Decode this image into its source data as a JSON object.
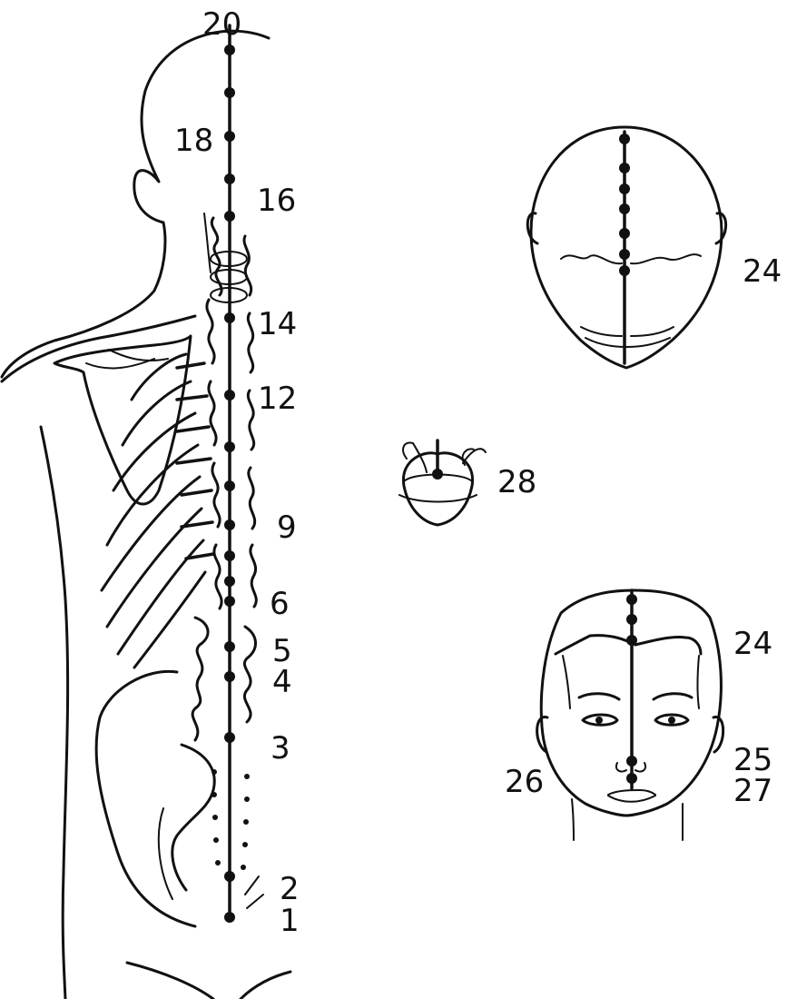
{
  "back_view": {
    "labels": [
      {
        "id": "20",
        "text": "20"
      },
      {
        "id": "18",
        "text": "18"
      },
      {
        "id": "16",
        "text": "16"
      },
      {
        "id": "14",
        "text": "14"
      },
      {
        "id": "12",
        "text": "12"
      },
      {
        "id": "9",
        "text": "9"
      },
      {
        "id": "6",
        "text": "6"
      },
      {
        "id": "5",
        "text": "5"
      },
      {
        "id": "4",
        "text": "4"
      },
      {
        "id": "3",
        "text": "3"
      },
      {
        "id": "2",
        "text": "2"
      },
      {
        "id": "1",
        "text": "1"
      }
    ]
  },
  "top_head_view": {
    "label": "24"
  },
  "mouth_view": {
    "label": "28"
  },
  "front_face_view": {
    "label_forehead": "24",
    "label_left": "26",
    "label_right_upper": "25",
    "label_right_lower": "27"
  }
}
